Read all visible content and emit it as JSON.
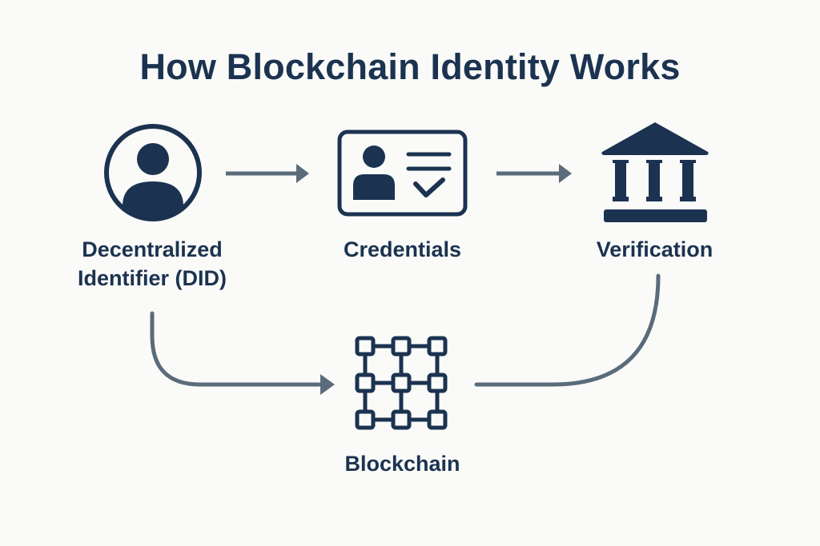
{
  "title": "How Blockchain Identity Works",
  "colors": {
    "primary": "#1b3350",
    "arrow": "#5a6b7b",
    "background": "#fafaf8"
  },
  "nodes": {
    "did": {
      "label_line1": "Decentralized",
      "label_line2": "Identifier (DID)",
      "icon": "user-circle-icon"
    },
    "credentials": {
      "label": "Credentials",
      "icon": "id-card-icon"
    },
    "verification": {
      "label": "Verification",
      "icon": "institution-icon"
    },
    "blockchain": {
      "label": "Blockchain",
      "icon": "blockchain-grid-icon"
    }
  },
  "edges": [
    {
      "from": "did",
      "to": "credentials"
    },
    {
      "from": "credentials",
      "to": "verification"
    },
    {
      "from": "did",
      "to": "blockchain"
    },
    {
      "from": "verification",
      "to": "blockchain"
    }
  ]
}
